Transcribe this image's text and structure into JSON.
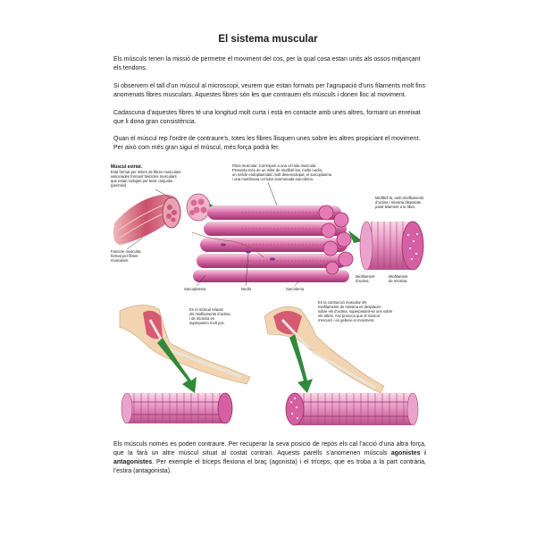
{
  "document": {
    "title": "El sistema muscular",
    "paragraphs": [
      "Els músculs tenen la missió de permetre el moviment del cos, per la qual cosa estan units als ossos mitjançant els tendons.",
      "Si observem el tall d’un múscul al microscopi, veurem que estan formats per l’agrupació d’uns filaments molt fins anomenats fibres musculars. Aquestes fibres són les que contrauen els músculs i donen lloc al moviment.",
      "Cadascuna d’aquestes fibres té una longitud molt curta i està en contacte amb unes altres, formant un enreixat que li dona gran consistència.",
      "Quan el múscul rep l’ordre de contraure’s, totes les fibres llisquen unes sobre les altres propiciant el moviment. Per això com més gran sigui el múscul, més força podrà fer."
    ],
    "closing": {
      "part1": "Els músculs només es poden contraure. Per recuperar la seva posició de repòs els cal l’acció d’una altra força, que la farà un altre múscul situat al costat contrari. Aquests parells s’anomenen músculs ",
      "bold1": "agonistes i antagonistes",
      "part2": ". Per exemple el bíceps flexiona el braç (agonista) i el tríceps, que es troba a la part contrària, l’estira (antagonista)."
    }
  },
  "figure": {
    "musculo_title": "Múscul estriat.",
    "musculo_desc": [
      "Està format per milers de fibres musculars",
      "associades formant fascicles musculars",
      "que estan rodejats per teixit conjuntiu",
      "(perimisi)"
    ],
    "fibra_desc": [
      "Fibra muscular. Correspon a una cèl·lula muscular.",
      "Presenta més de un miler de miofibril·les, molts nuclis,",
      "un retícle endoplasmàtic molt desenvolupat, el sarcoplasma",
      "i una membrana cel·lular anomenada sarcolema."
    ],
    "miofibrilla_desc": [
      "Miofibril·la, amb miofilaments",
      "d’actina i miosina disposats",
      "paral·lelament a la fibra."
    ],
    "fascicle_desc": [
      "Fascicle muscular,",
      "format per fibres",
      "musculars."
    ],
    "label_sarcoplasma": "Sarcoplasma",
    "label_nuclis": "Nuclis",
    "label_sarcolema": "Sarcolema",
    "label_actina": [
      "Miofilament",
      "d’actina."
    ],
    "label_miosina": [
      "Miofilament",
      "de miosina."
    ],
    "relax_desc": [
      "En el múscul relaxat",
      "els miofilaments d’actina",
      "i de miosina es",
      "superposen molt poc."
    ],
    "contract_desc": [
      "En la contracció muscular els",
      "miofilaments de miosina es desplacen",
      "sobre els d’actina, superposant-se uns sobre",
      "els altres. Així provoca que el múscul",
      "s’escurci i es gebeixi el moviment."
    ]
  },
  "colors": {
    "muscle": "#c8556f",
    "fiber_light": "#f2b6d2",
    "fiber_mid": "#d46aa3",
    "fiber_dark": "#a0306f",
    "fiber_end": "#e9a0cc",
    "arrow_green": "#2f8a3a",
    "skin": "#f2d4b0",
    "bone": "#e8e4d8"
  }
}
